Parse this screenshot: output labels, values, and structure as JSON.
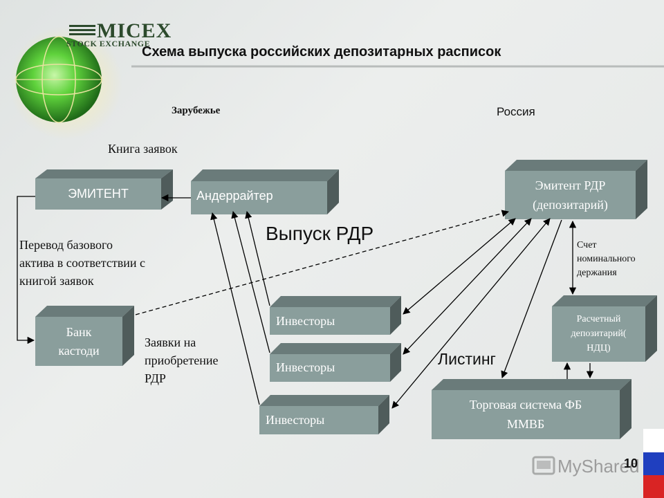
{
  "logo": {
    "name": "MICEX",
    "subtitle": "STOCK EXCHANGE"
  },
  "title": "Схема выпуска российских депозитарных расписок",
  "regions": {
    "foreign": "Зарубежье",
    "russia": "Россия"
  },
  "labels": {
    "order_book": "Книга заявок",
    "transfer": [
      "Перевод базового",
      "актива в соответствии с",
      "книгой заявок"
    ],
    "issue": "Выпуск РДР",
    "applications": [
      "Заявки на",
      "приобретение",
      "РДР"
    ],
    "nominee_account": [
      "Счет",
      "номинального",
      "держания"
    ],
    "listing": "Листинг"
  },
  "boxes": {
    "issuer": "ЭМИТЕНТ",
    "underwriter": "Андеррайтер",
    "custodian": [
      "Банк",
      "кастоди"
    ],
    "investors": [
      "Инвесторы",
      "Инвесторы",
      "Инвесторы"
    ],
    "rdr_issuer": [
      "Эмитент РДР",
      "(депозитарий)"
    ],
    "settlement": [
      "Расчетный",
      "депозитарий(",
      "НДЦ)"
    ],
    "trading": [
      "Торговая система ФБ",
      "ММВБ"
    ]
  },
  "page_number": "10",
  "watermark": "MyShared",
  "colors": {
    "box_front": "#8a9e9c",
    "box_top": "#6a7b7a",
    "box_side": "#4f5c5b",
    "accent_line": "#b8bcbb"
  }
}
